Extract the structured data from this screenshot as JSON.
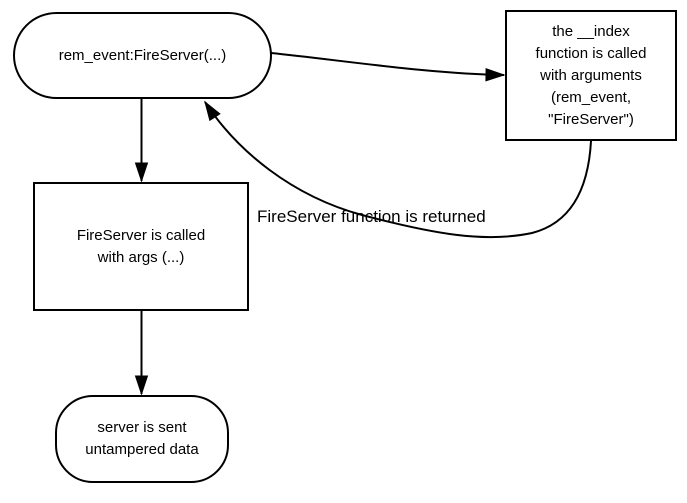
{
  "diagram": {
    "nodes": [
      {
        "id": "start",
        "shape": "stadium",
        "label": "rem_event:FireServer(...)"
      },
      {
        "id": "index_called",
        "shape": "rectangle",
        "label": "the __index\nfunction is called\nwith arguments\n(rem_event,\n\"FireServer\")"
      },
      {
        "id": "fireserver_called",
        "shape": "rectangle",
        "label": "FireServer is called\nwith args (...)"
      },
      {
        "id": "server_data",
        "shape": "stadium",
        "label": "server is sent\nuntampered data"
      }
    ],
    "edges": [
      {
        "from": "start",
        "to": "index_called",
        "label": ""
      },
      {
        "from": "index_called",
        "to": "start",
        "label": "FireServer function is returned"
      },
      {
        "from": "start",
        "to": "fireserver_called",
        "label": ""
      },
      {
        "from": "fireserver_called",
        "to": "server_data",
        "label": ""
      }
    ],
    "colors": {
      "stroke": "#000000",
      "fill": "#ffffff",
      "text": "#000000",
      "background": "#ffffff"
    }
  }
}
